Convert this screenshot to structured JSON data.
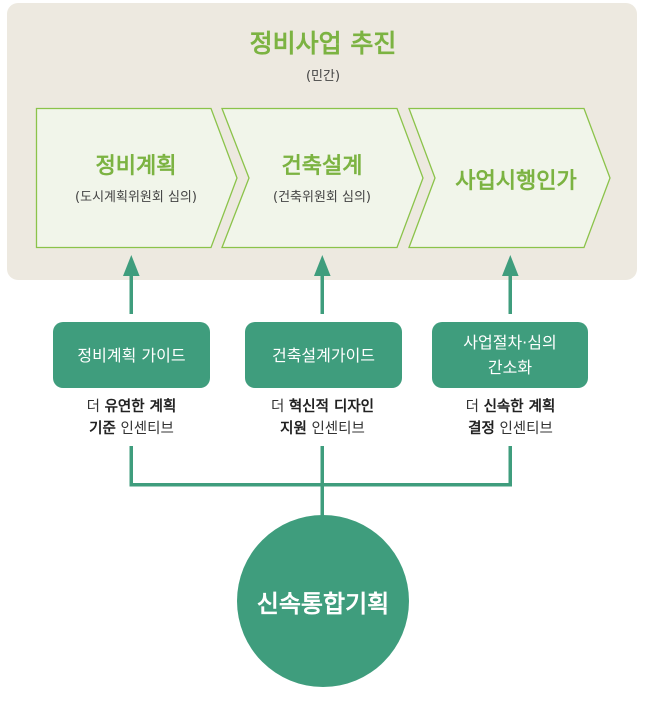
{
  "colors": {
    "panel_bg": "#ede9e0",
    "stage_fill": "#f1f5ea",
    "stage_border": "#8bc34a",
    "title_green": "#7cb342",
    "accent_teal": "#3f9d7d",
    "text_dark": "#222222"
  },
  "panel": {
    "title": "정비사업 추진",
    "subtitle": "(민간)"
  },
  "stages": [
    {
      "title": "정비계획",
      "subtitle": "(도시계획위원회 심의)"
    },
    {
      "title": "건축설계",
      "subtitle": "(건축위원회 심의)"
    },
    {
      "title": "사업시행인가",
      "subtitle": ""
    }
  ],
  "guides": [
    {
      "label_lines": [
        "정비계획 가이드"
      ],
      "incentive": {
        "prefix": "더",
        "bold1": "유연한 계획",
        "bold2": "기준",
        "suffix": "인센티브"
      }
    },
    {
      "label_lines": [
        "건축설계가이드"
      ],
      "incentive": {
        "prefix": "더",
        "bold1": "혁신적 디자인",
        "bold2": "지원",
        "suffix": "인센티브"
      }
    },
    {
      "label_lines": [
        "사업절차·심의",
        "간소화"
      ],
      "incentive": {
        "prefix": "더",
        "bold1": "신속한 계획",
        "bold2": "결정",
        "suffix": "인센티브"
      }
    }
  ],
  "hub": {
    "label": "신속통합기획"
  },
  "icons": {
    "stage_arrow": "chevron-right-shape",
    "up_arrow": "arrow-up-icon"
  }
}
